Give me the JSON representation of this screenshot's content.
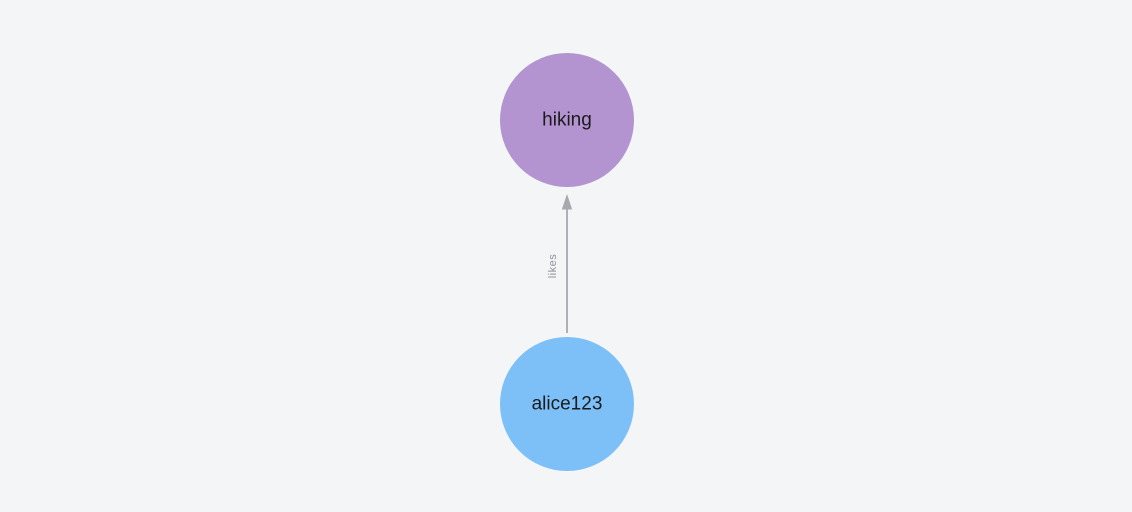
{
  "canvas": {
    "background": "#f4f5f7"
  },
  "graph": {
    "nodes": [
      {
        "id": "hiking",
        "label": "hiking",
        "color": "#b494d0",
        "text_color": "#1b1b1d"
      },
      {
        "id": "alice123",
        "label": "alice123",
        "color": "#7dc0f7",
        "text_color": "#1b1b1d"
      }
    ],
    "edges": [
      {
        "label": "likes",
        "from": "alice123",
        "to": "hiking",
        "color": "#a6a9ae",
        "label_color": "#8f9296"
      }
    ]
  }
}
